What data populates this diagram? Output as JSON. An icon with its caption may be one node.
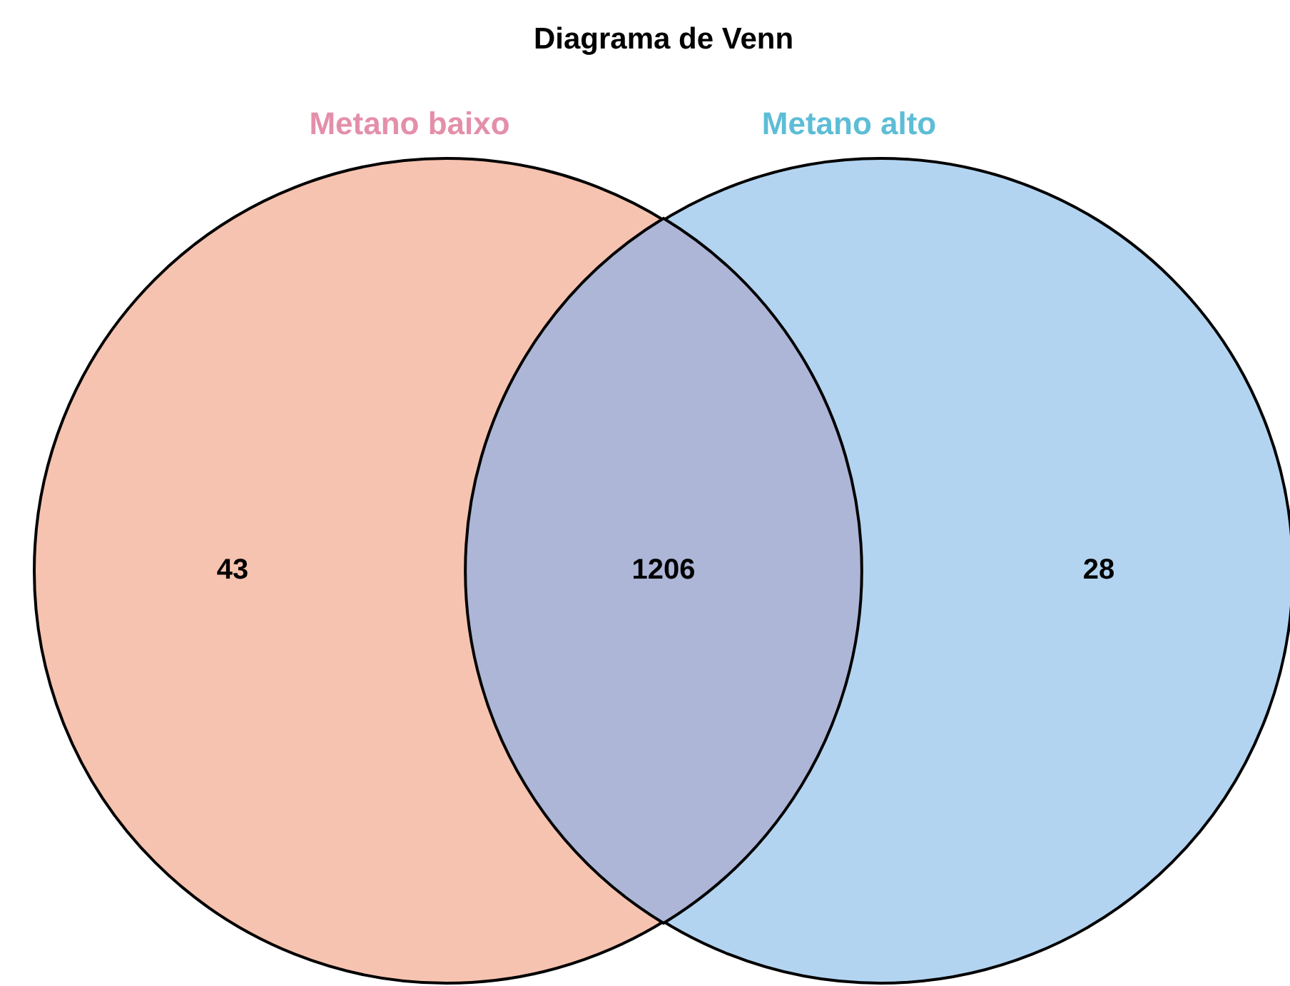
{
  "diagram": {
    "title": "Diagrama de Venn",
    "nodes": [
      {
        "text": [
          "Metano baixo",
          "43"
        ]
      },
      {
        "text": [
          "Metano alto",
          "28"
        ]
      }
    ],
    "edges": [],
    "labels": [
      "1206"
    ]
  }
}
